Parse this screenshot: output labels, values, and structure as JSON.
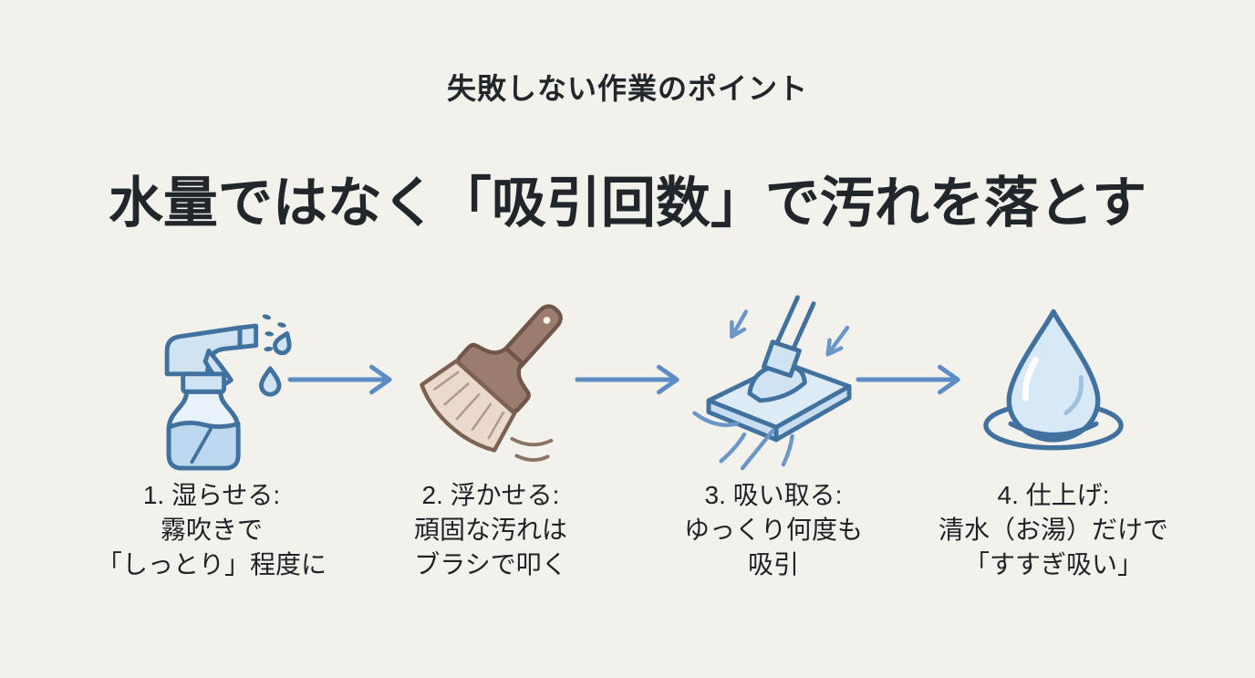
{
  "page": {
    "background_color": "#f2f1ec",
    "text_color": "#21262b",
    "icon_outline_blue": "#41729f",
    "icon_fill_blue": "#cfe3f2",
    "arrow_color": "#5b8dc4",
    "brush_brown": "#9a7d6e",
    "bristle_tan": "#ead9cd"
  },
  "header": {
    "subtitle": "失敗しない作業のポイント",
    "title": "水量ではなく「吸引回数」で汚れを落とす"
  },
  "steps": [
    {
      "icon": "spray-bottle-icon",
      "lines": [
        "1. 湿らせる:",
        "霧吹きで",
        "「しっとり」程度に"
      ]
    },
    {
      "icon": "brush-icon",
      "lines": [
        "2. 浮かせる:",
        "頑固な汚れは",
        "ブラシで叩く"
      ]
    },
    {
      "icon": "vacuum-head-icon",
      "lines": [
        "3. 吸い取る:",
        "ゆっくり何度も",
        "吸引"
      ]
    },
    {
      "icon": "water-drop-icon",
      "lines": [
        "4. 仕上げ:",
        "清水（お湯）だけで",
        "「すすぎ吸い」"
      ]
    }
  ]
}
